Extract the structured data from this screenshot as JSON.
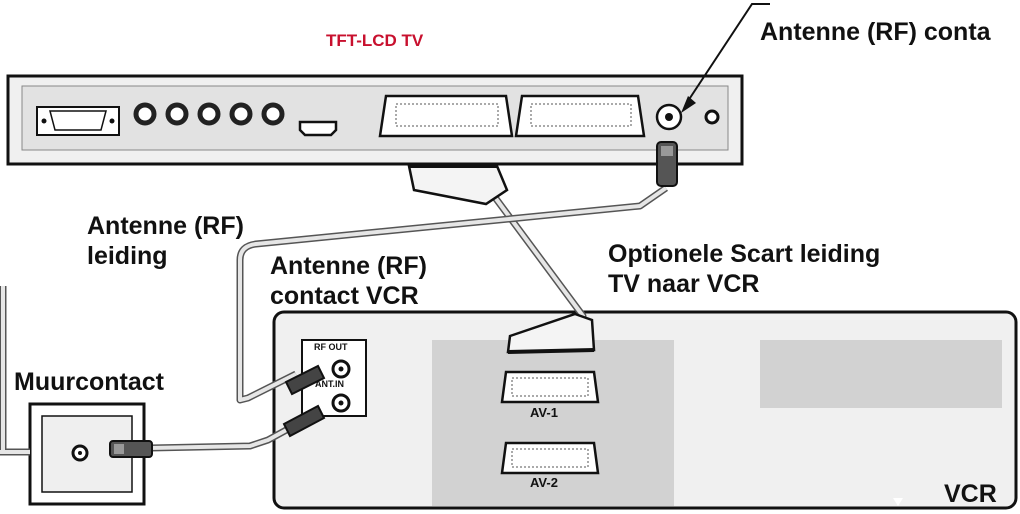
{
  "tv": {
    "title": "TFT-LCD TV",
    "title_color": "#c8102e"
  },
  "labels": {
    "antenna_contact_tv": "Antenne (RF) conta",
    "antenna_cable": [
      "Antenne (RF)",
      "leiding"
    ],
    "antenna_contact_vcr": [
      "Antenne (RF)",
      "contact VCR"
    ],
    "scart_cable": [
      "Optionele Scart leiding",
      "TV naar VCR"
    ],
    "wall_outlet": "Muurcontact"
  },
  "vcr": {
    "title": "VCR",
    "rf_out": "RF OUT",
    "ant_in": "ANT.IN",
    "av1": "AV-1",
    "av2": "AV-2"
  },
  "colors": {
    "panel": "#efefef",
    "panel_dark": "#d4d4d4",
    "outline": "#111111",
    "cable": "#e6e6e6"
  }
}
